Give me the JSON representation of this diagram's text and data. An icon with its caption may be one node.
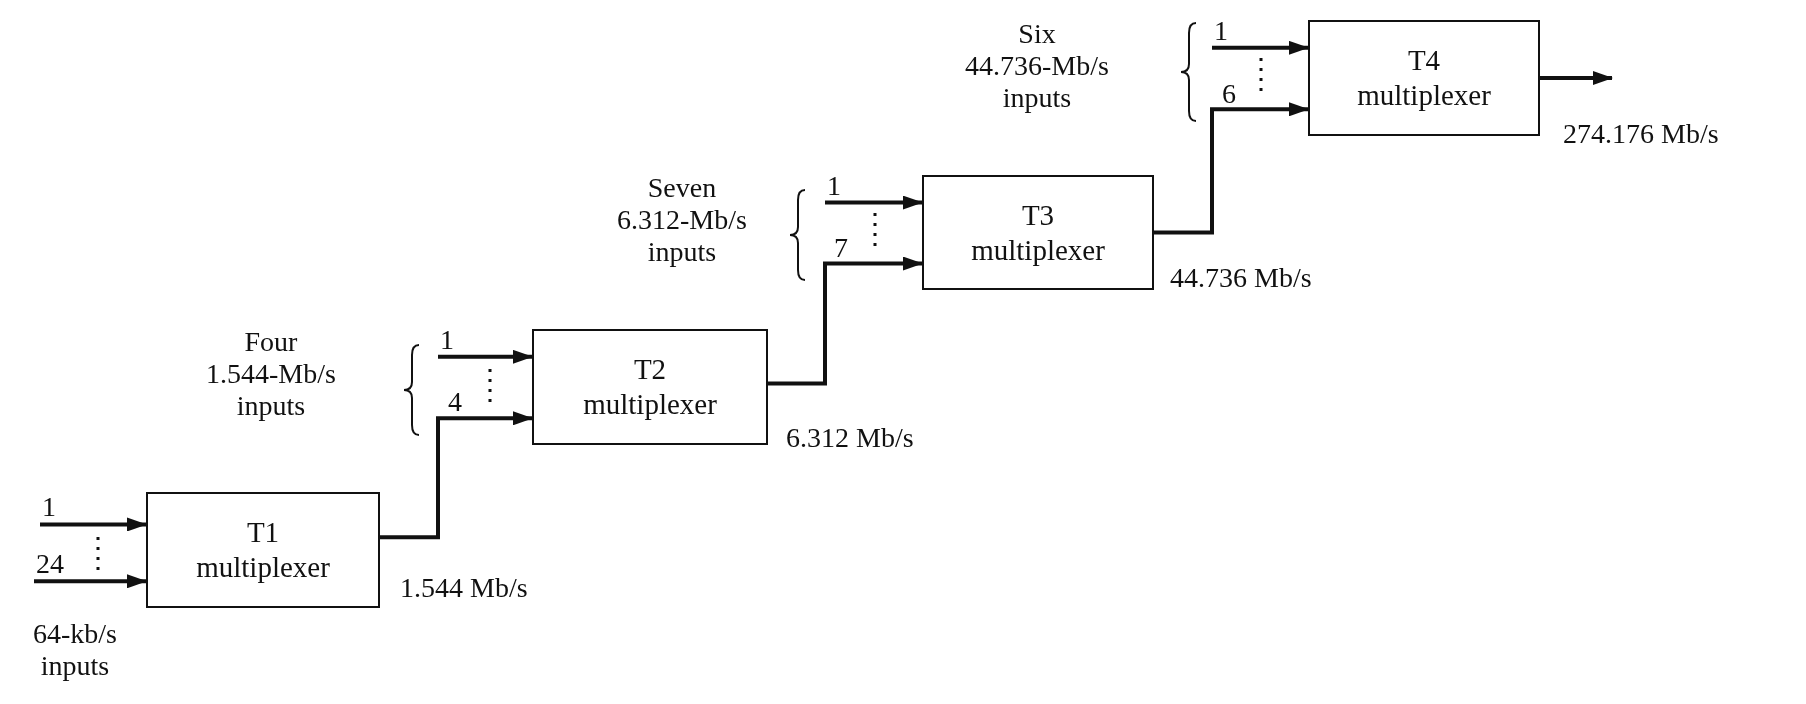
{
  "diagram": {
    "nodes": [
      {
        "text": [
          "T1 multiplexer"
        ],
        "beside": [
          "1.544 Mb/s"
        ]
      },
      {
        "text": [
          "T2 multiplexer"
        ],
        "beside": [
          "6.312 Mb/s"
        ]
      },
      {
        "text": [
          "T3 multiplexer"
        ],
        "beside": [
          "44.736 Mb/s"
        ]
      },
      {
        "text": [
          "T4 multiplexer"
        ],
        "beside": [
          "274.176 Mb/s"
        ]
      },
      {
        "text": [
          "1"
        ]
      },
      {
        "text": [
          "24"
        ]
      },
      {
        "text": [
          "1"
        ]
      },
      {
        "text": [
          "1"
        ]
      },
      {
        "text": [
          "1"
        ]
      }
    ],
    "edges": [
      {
        "from": 4,
        "to": 0,
        "arrow": "to"
      },
      {
        "from": 5,
        "to": 0,
        "arrow": "to"
      },
      {
        "from": 0,
        "to": 1,
        "arrow": "to"
      },
      {
        "from": 6,
        "to": 1,
        "arrow": "to"
      },
      {
        "from": 1,
        "to": 2,
        "arrow": "to"
      },
      {
        "from": 7,
        "to": 2,
        "arrow": "to"
      },
      {
        "from": 2,
        "to": 3,
        "arrow": "to"
      },
      {
        "from": 8,
        "to": 3,
        "arrow": "to"
      },
      {
        "from": 3,
        "to": null,
        "arrow": "to"
      }
    ],
    "labels": [
      "Six 44.736-Mb/s inputs",
      "6",
      "Seven 6.312-Mb/s inputs",
      "7",
      "Four 1.544-Mb/s inputs",
      "4",
      "64-kb/s inputs"
    ]
  }
}
